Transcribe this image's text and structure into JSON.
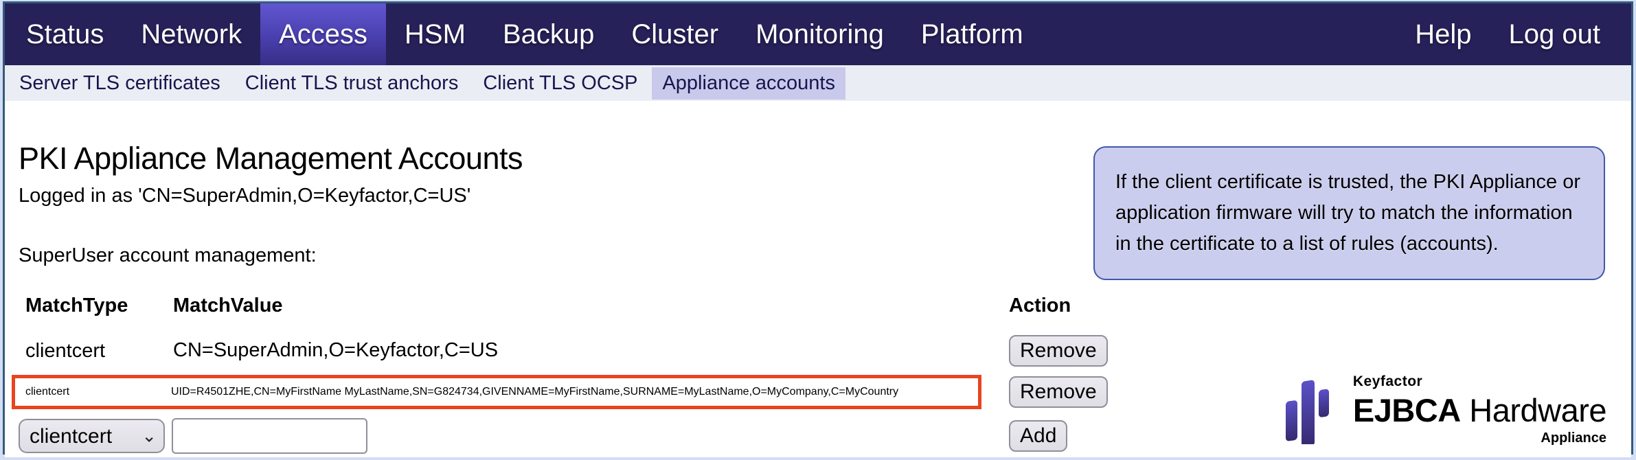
{
  "nav": {
    "items": [
      "Status",
      "Network",
      "Access",
      "HSM",
      "Backup",
      "Cluster",
      "Monitoring",
      "Platform"
    ],
    "active": "Access",
    "help": "Help",
    "logout": "Log out"
  },
  "subnav": {
    "items": [
      "Server TLS certificates",
      "Client TLS trust anchors",
      "Client TLS OCSP",
      "Appliance accounts"
    ],
    "active": "Appliance accounts"
  },
  "main": {
    "title": "PKI Appliance Management Accounts",
    "logged_in": "Logged in as 'CN=SuperAdmin,O=Keyfactor,C=US'",
    "section_label": "SuperUser account management:"
  },
  "table": {
    "headers": {
      "type": "MatchType",
      "value": "MatchValue",
      "action": "Action"
    },
    "rows": [
      {
        "type": "clientcert",
        "value": "CN=SuperAdmin,O=Keyfactor,C=US",
        "action": "Remove",
        "highlighted": false
      },
      {
        "type": "clientcert",
        "value": "UID=R4501ZHE,CN=MyFirstName MyLastName,SN=G824734,GIVENNAME=MyFirstName,SURNAME=MyLastName,O=MyCompany,C=MyCountry",
        "action": "Remove",
        "highlighted": true
      }
    ]
  },
  "add_row": {
    "select_value": "clientcert",
    "input_value": "",
    "add_label": "Add"
  },
  "info_box": {
    "text": "If the client certificate is trusted, the PKI Appliance or application firmware will try to match the information in the certificate to a list of rules (accounts)."
  },
  "logo": {
    "brand": "Keyfactor",
    "product_bold": "EJBCA",
    "product_regular": "Hardware",
    "sub": "Appliance"
  },
  "colors": {
    "nav_bg": "#262159",
    "nav_active_top": "#6156d0",
    "nav_active_bottom": "#372e86",
    "subnav_bg": "#ebedf4",
    "subnav_active_bg": "#c9c9ec",
    "subnav_text": "#16164e",
    "info_box_bg": "#cbcdee",
    "info_box_border": "#3f58ab",
    "highlight_border": "#e8441f",
    "button_bg": "#e4e3ea",
    "button_border": "#8f8f9a",
    "frame_border": "#35597c",
    "page_margin_bg": "#d3def5",
    "logo_purple_top": "#5b50c8",
    "logo_purple_bottom": "#352a6e"
  }
}
